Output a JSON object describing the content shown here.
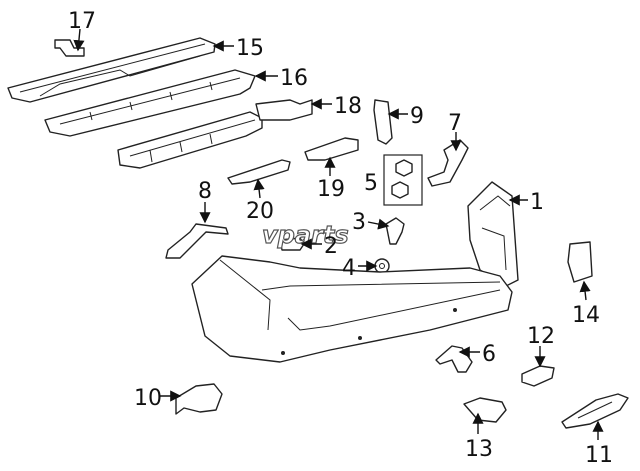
{
  "watermark": "vparts",
  "callouts": [
    {
      "id": "17",
      "label": "17"
    },
    {
      "id": "15",
      "label": "15"
    },
    {
      "id": "16",
      "label": "16"
    },
    {
      "id": "18",
      "label": "18"
    },
    {
      "id": "9",
      "label": "9"
    },
    {
      "id": "7",
      "label": "7"
    },
    {
      "id": "8",
      "label": "8"
    },
    {
      "id": "19",
      "label": "19"
    },
    {
      "id": "20",
      "label": "20"
    },
    {
      "id": "5",
      "label": "5"
    },
    {
      "id": "1",
      "label": "1"
    },
    {
      "id": "3",
      "label": "3"
    },
    {
      "id": "2",
      "label": "2"
    },
    {
      "id": "4",
      "label": "4"
    },
    {
      "id": "14",
      "label": "14"
    },
    {
      "id": "6",
      "label": "6"
    },
    {
      "id": "12",
      "label": "12"
    },
    {
      "id": "10",
      "label": "10"
    },
    {
      "id": "13",
      "label": "13"
    },
    {
      "id": "11",
      "label": "11"
    }
  ]
}
